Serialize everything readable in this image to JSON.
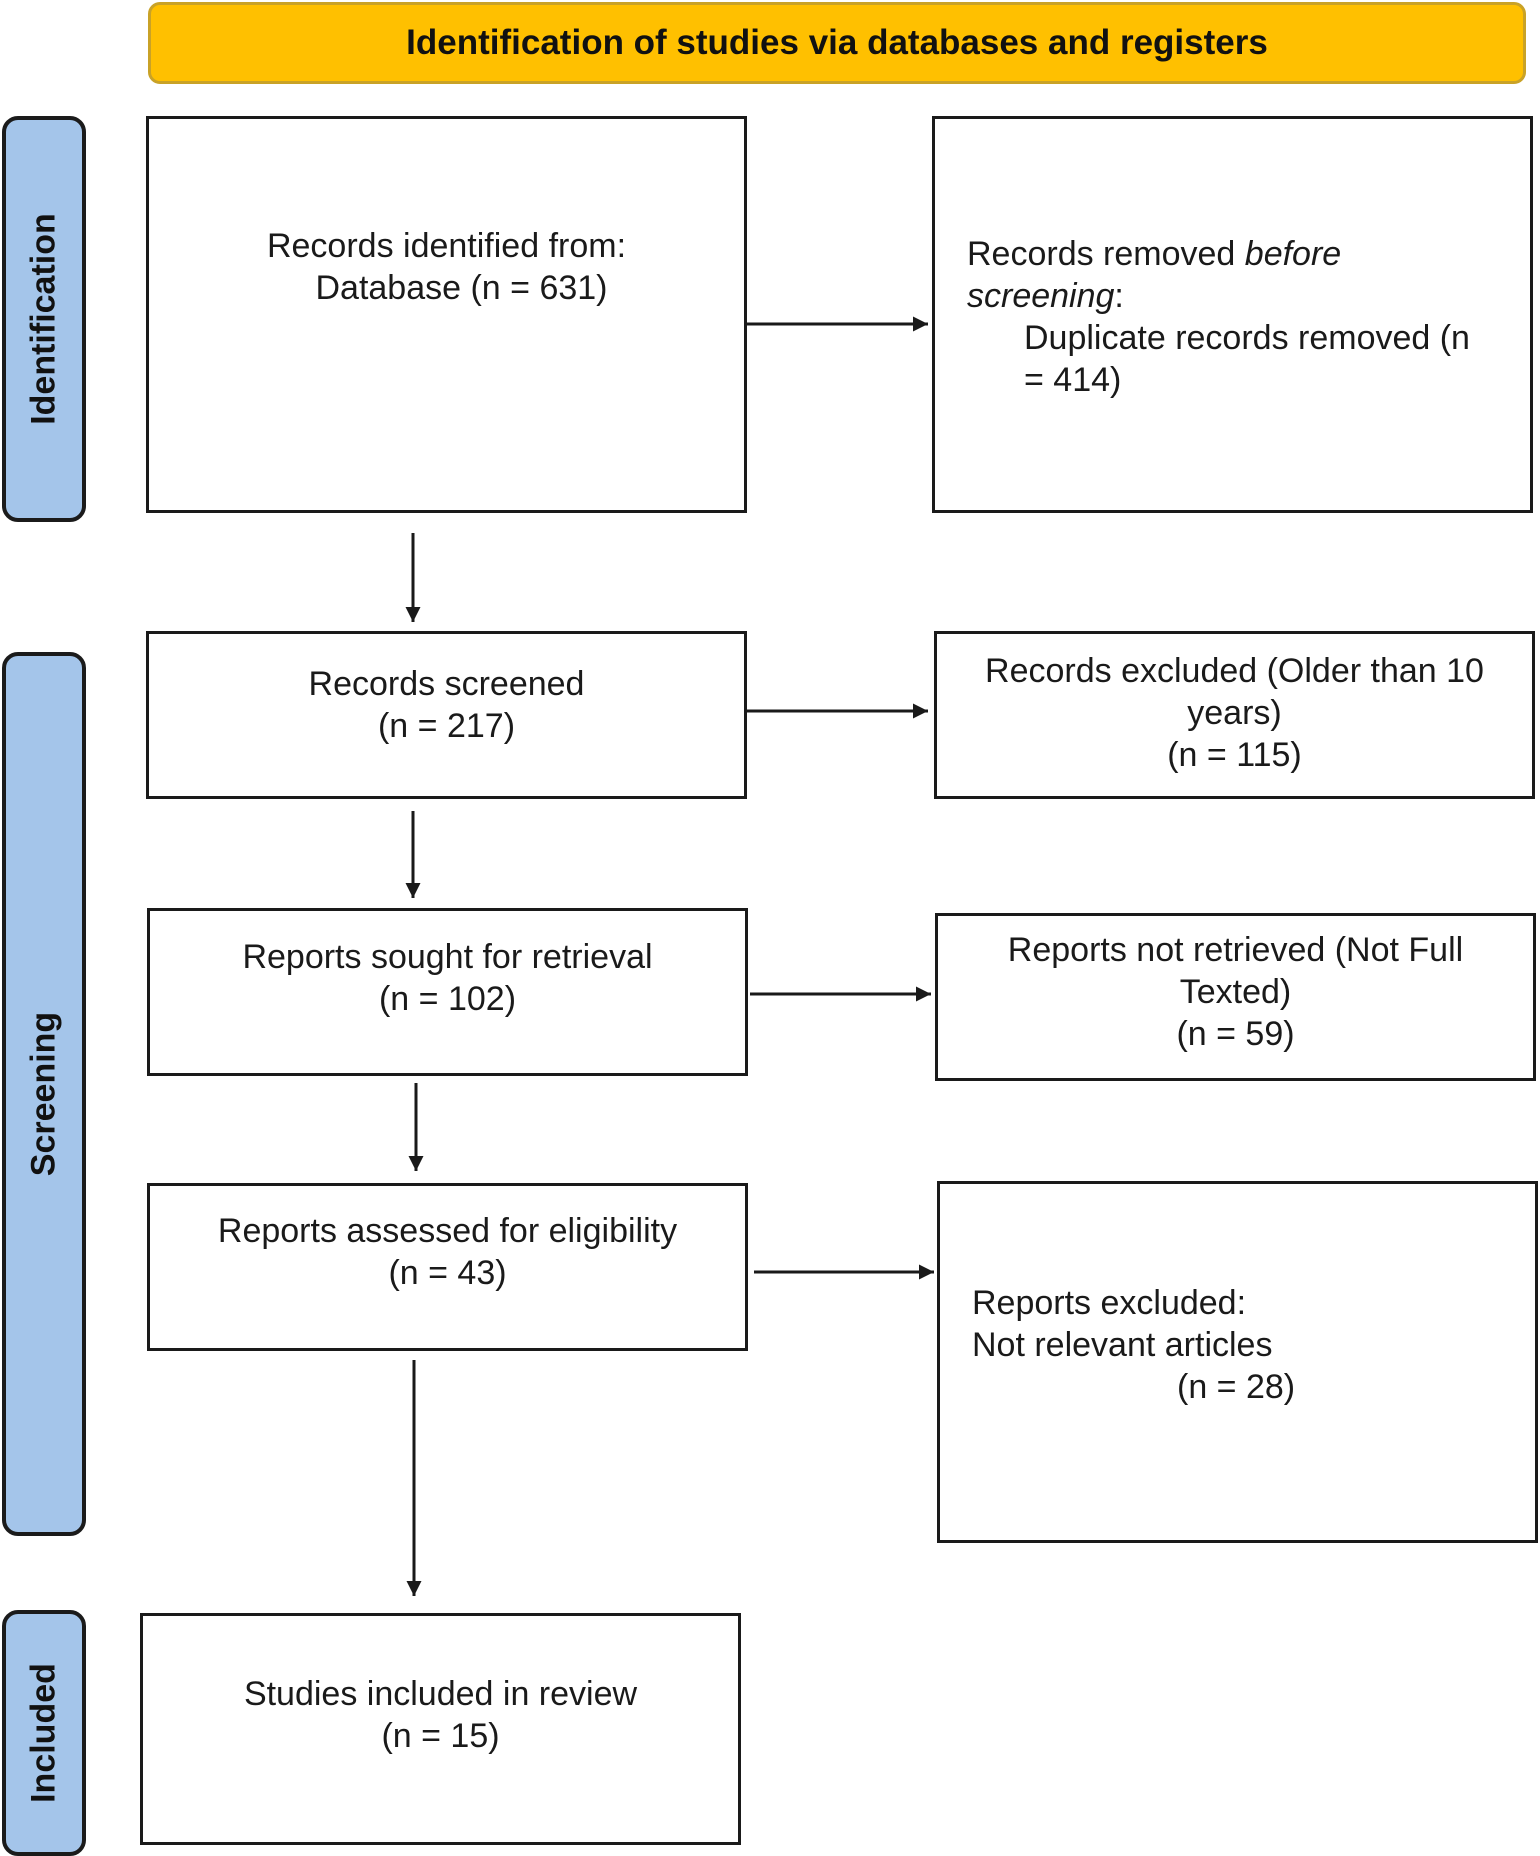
{
  "header": {
    "title": "Identification of studies via databases and registers"
  },
  "stages": {
    "identification": "Identification",
    "screening": "Screening",
    "included": "Included"
  },
  "boxes": {
    "records_identified": {
      "line1": "Records identified from:",
      "line2": "Database (n = 631)"
    },
    "records_removed": {
      "prefix": "Records removed ",
      "italic1": "before",
      "italic2": "screening",
      "colon": ":",
      "line3": "Duplicate records removed (n",
      "line4": "= 414)"
    },
    "records_screened": {
      "line1": "Records screened",
      "line2": "(n = 217)"
    },
    "records_excluded": {
      "line1": "Records excluded (Older than 10",
      "line2": "years)",
      "line3": "(n = 115)"
    },
    "reports_sought": {
      "line1": "Reports sought for retrieval",
      "line2": "(n = 102)"
    },
    "reports_not_retrieved": {
      "line1": "Reports not retrieved (Not Full",
      "line2": "Texted)",
      "line3": "(n = 59)"
    },
    "reports_assessed": {
      "line1": "Reports assessed for eligibility",
      "line2": "(n = 43)"
    },
    "reports_excluded": {
      "line1": "Reports excluded:",
      "line2": "Not relevant articles",
      "line3": "(n = 28)"
    },
    "studies_included": {
      "line1": "Studies included in review",
      "line2": "(n = 15)"
    }
  },
  "colors": {
    "header_fill": "#FFC000",
    "stage_fill": "#A4C5EA",
    "box_border": "#1A1A1A"
  }
}
